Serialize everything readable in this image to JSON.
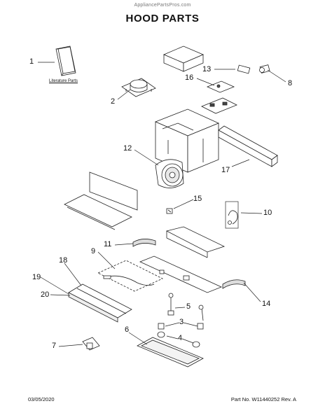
{
  "header": {
    "watermark": "AppliancePartsPros.com",
    "title": "HOOD PARTS"
  },
  "literature_label": "Literature Parts",
  "callouts": {
    "c1": "1",
    "c2": "2",
    "c3": "3",
    "c4": "4",
    "c5": "5",
    "c6": "6",
    "c7": "7",
    "c8": "8",
    "c9": "9",
    "c10": "10",
    "c11": "11",
    "c12": "12",
    "c13": "13",
    "c14": "14",
    "c15": "15",
    "c16": "16",
    "c17": "17",
    "c18": "18",
    "c19": "19",
    "c20": "20"
  },
  "footer": {
    "date": "03/05/2020",
    "part_rev": "Part No. W11440252  Rev. A"
  }
}
